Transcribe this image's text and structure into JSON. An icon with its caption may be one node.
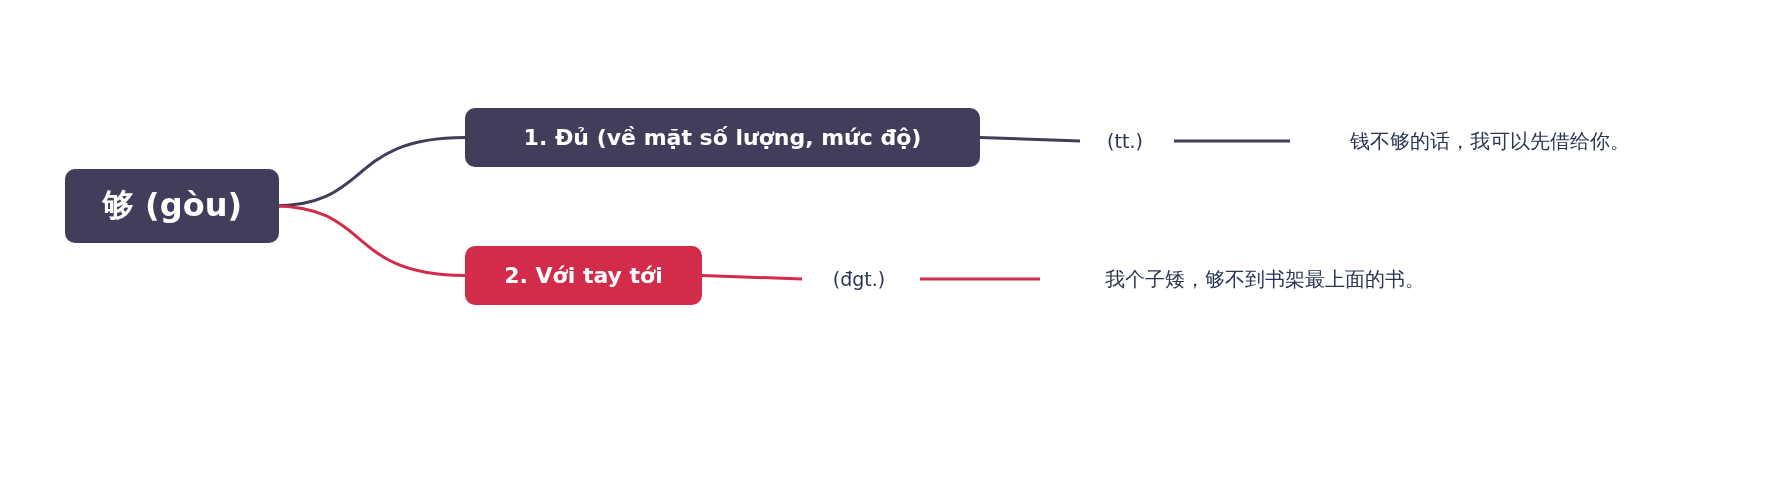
{
  "diagram": {
    "nodes": [
      {
        "text": [
          "够 (gòu)"
        ]
      },
      {
        "text": [
          "1. Đủ (về mặt số lượng, mức độ)"
        ]
      },
      {
        "text": [
          "(tt.)"
        ]
      },
      {
        "text": [
          "钱不够的话，我可以先借给你。"
        ]
      },
      {
        "text": [
          "2. Với tay tới"
        ]
      },
      {
        "text": [
          "(đgt.)"
        ]
      },
      {
        "text": [
          "我个子矮，够不到书架最上面的书。"
        ]
      }
    ],
    "edges": [
      {
        "from": 0,
        "to": 1,
        "arrow": "none"
      },
      {
        "from": 1,
        "to": 2,
        "arrow": "none"
      },
      {
        "from": 2,
        "to": 3,
        "arrow": "none"
      },
      {
        "from": 0,
        "to": 4,
        "arrow": "none",
        "color": "#d22c4a"
      },
      {
        "from": 4,
        "to": 5,
        "arrow": "none",
        "color": "#d22c4a"
      },
      {
        "from": 5,
        "to": 6,
        "arrow": "none",
        "color": "#d22c4a"
      }
    ]
  }
}
